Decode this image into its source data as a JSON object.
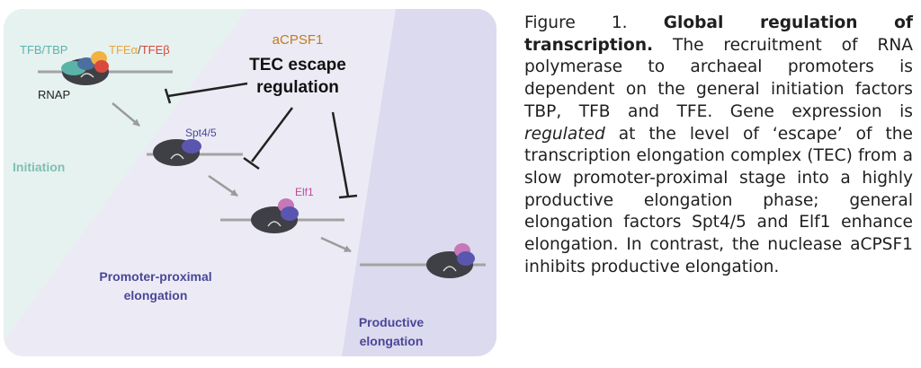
{
  "figure": {
    "labels": {
      "tfb_tbp": "TFB/TBP",
      "tfe_alpha": "TFEα",
      "tfe_sep": "/",
      "tfe_beta": "TFEβ",
      "rnap": "RNAP",
      "acpsf1": "aCPSF1",
      "tec_line1": "TEC escape",
      "tec_line2": "regulation",
      "spt45": "Spt4/5",
      "elf1": "Elf1",
      "initiation": "Initiation",
      "promoter_line1": "Promoter-proximal",
      "promoter_line2": "elongation",
      "productive_line1": "Productive",
      "productive_line2": "elongation"
    },
    "colors": {
      "initiation_region": "#e6f2ef",
      "promoter_region": "#ecebf5",
      "productive_region": "#d9d7ec",
      "initiation_text": "#7fbfb2",
      "region_text": "#4a4798",
      "tfb_text": "#5ab3b0",
      "tfe_alpha_text": "#e9a43a",
      "tfe_beta_text": "#d8473f",
      "acpsf1_text": "#c47a18",
      "spt45_text": "#4a4798",
      "elf1_text": "#c2479a",
      "rnap_body": "#3f3f46",
      "dna": "#a3a3a3",
      "arrow": "#9b9b9b",
      "inhibit": "#222222",
      "spt45_protein": "#5a56b0",
      "elf1_protein": "#c678b8"
    }
  },
  "caption": {
    "figure_num": "Figure 1.",
    "title": "Global regulation of transcription.",
    "text_before_italic": "The recruitment of RNA polymerase to archaeal promoters is dependent on the general initiation factors TBP, TFB and TFE. Gene expression is",
    "italic": "regulated",
    "text_after_italic": "at the level of ‘escape’ of the transcription elongation complex (TEC) from a slow promoter-proximal stage into a highly productive elongation phase; general elongation factors Spt4/5 and Elf1 enhance elongation. In contrast, the nuclease aCPSF1 inhibits productive elongation."
  }
}
